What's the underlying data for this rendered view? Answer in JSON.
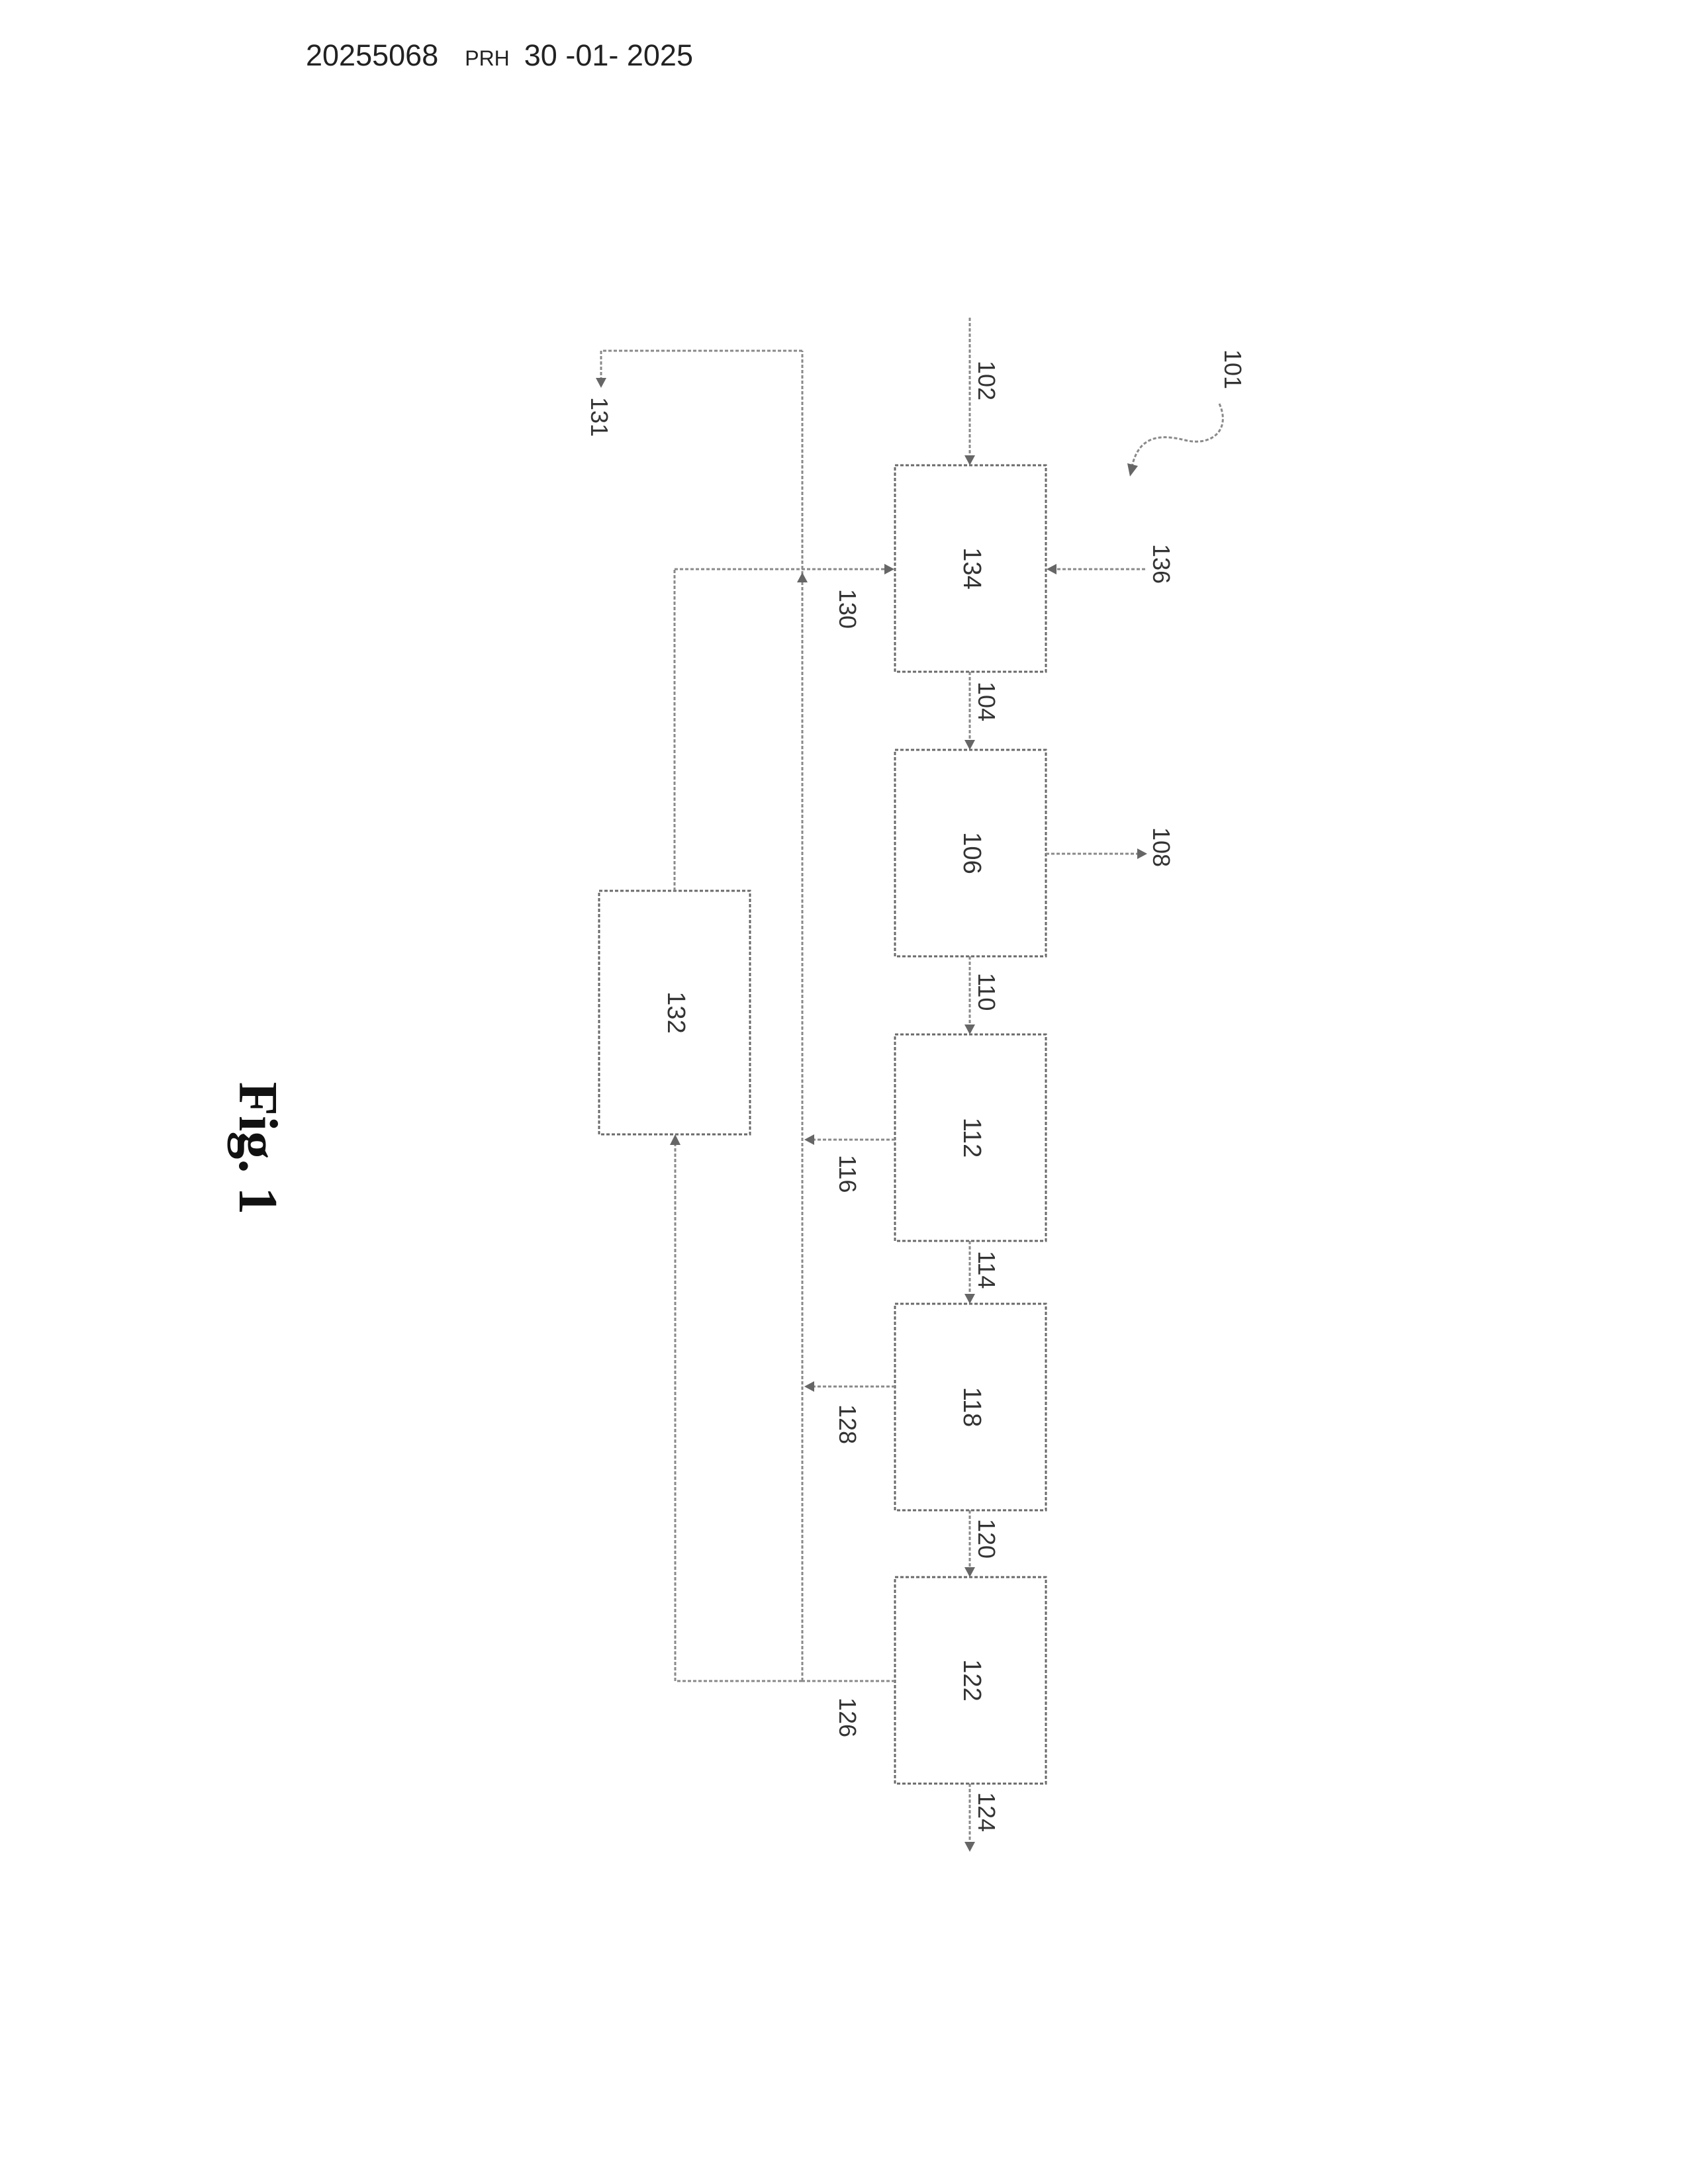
{
  "header": {
    "application_number": "20255068",
    "office_code": "PRH",
    "date": "30 -01- 2025"
  },
  "figure": {
    "caption": "Fig. 1",
    "system_ref": "101",
    "blocks": [
      "134",
      "106",
      "112",
      "118",
      "122",
      "132"
    ],
    "streams": [
      "102",
      "104",
      "108",
      "110",
      "114",
      "116",
      "120",
      "124",
      "126",
      "128",
      "130",
      "131",
      "136"
    ]
  }
}
